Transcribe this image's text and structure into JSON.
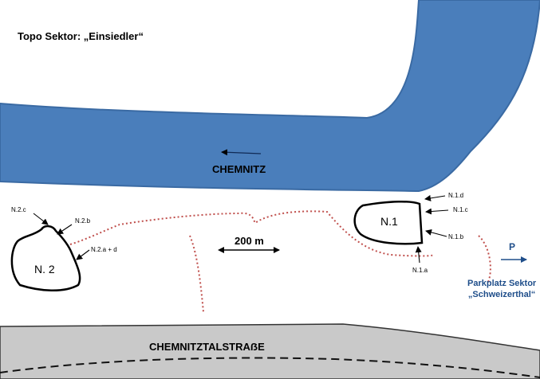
{
  "title": "Topo Sektor: „Einsiedler“",
  "river": {
    "name": "CHEMNITZ",
    "color": "#4a7ebb"
  },
  "road": {
    "name": "CHEMNITZTALSTRAẞE",
    "color": "#c9c9c9"
  },
  "scale": {
    "label": "200 m"
  },
  "rocks": {
    "n1": {
      "label": "N.1"
    },
    "n2": {
      "label": "N. 2"
    }
  },
  "routes": {
    "n1": [
      "N.1.a",
      "N.1.b",
      "N.1.c",
      "N.1.d"
    ],
    "n2": [
      "N.2.a + d",
      "N.2.b",
      "N.2.c"
    ]
  },
  "parking": {
    "symbol": "P",
    "line1": "Parkplatz Sektor",
    "line2": "„Schweizerthal“",
    "color": "#1f4e8a"
  },
  "path_color": "#c0504d"
}
